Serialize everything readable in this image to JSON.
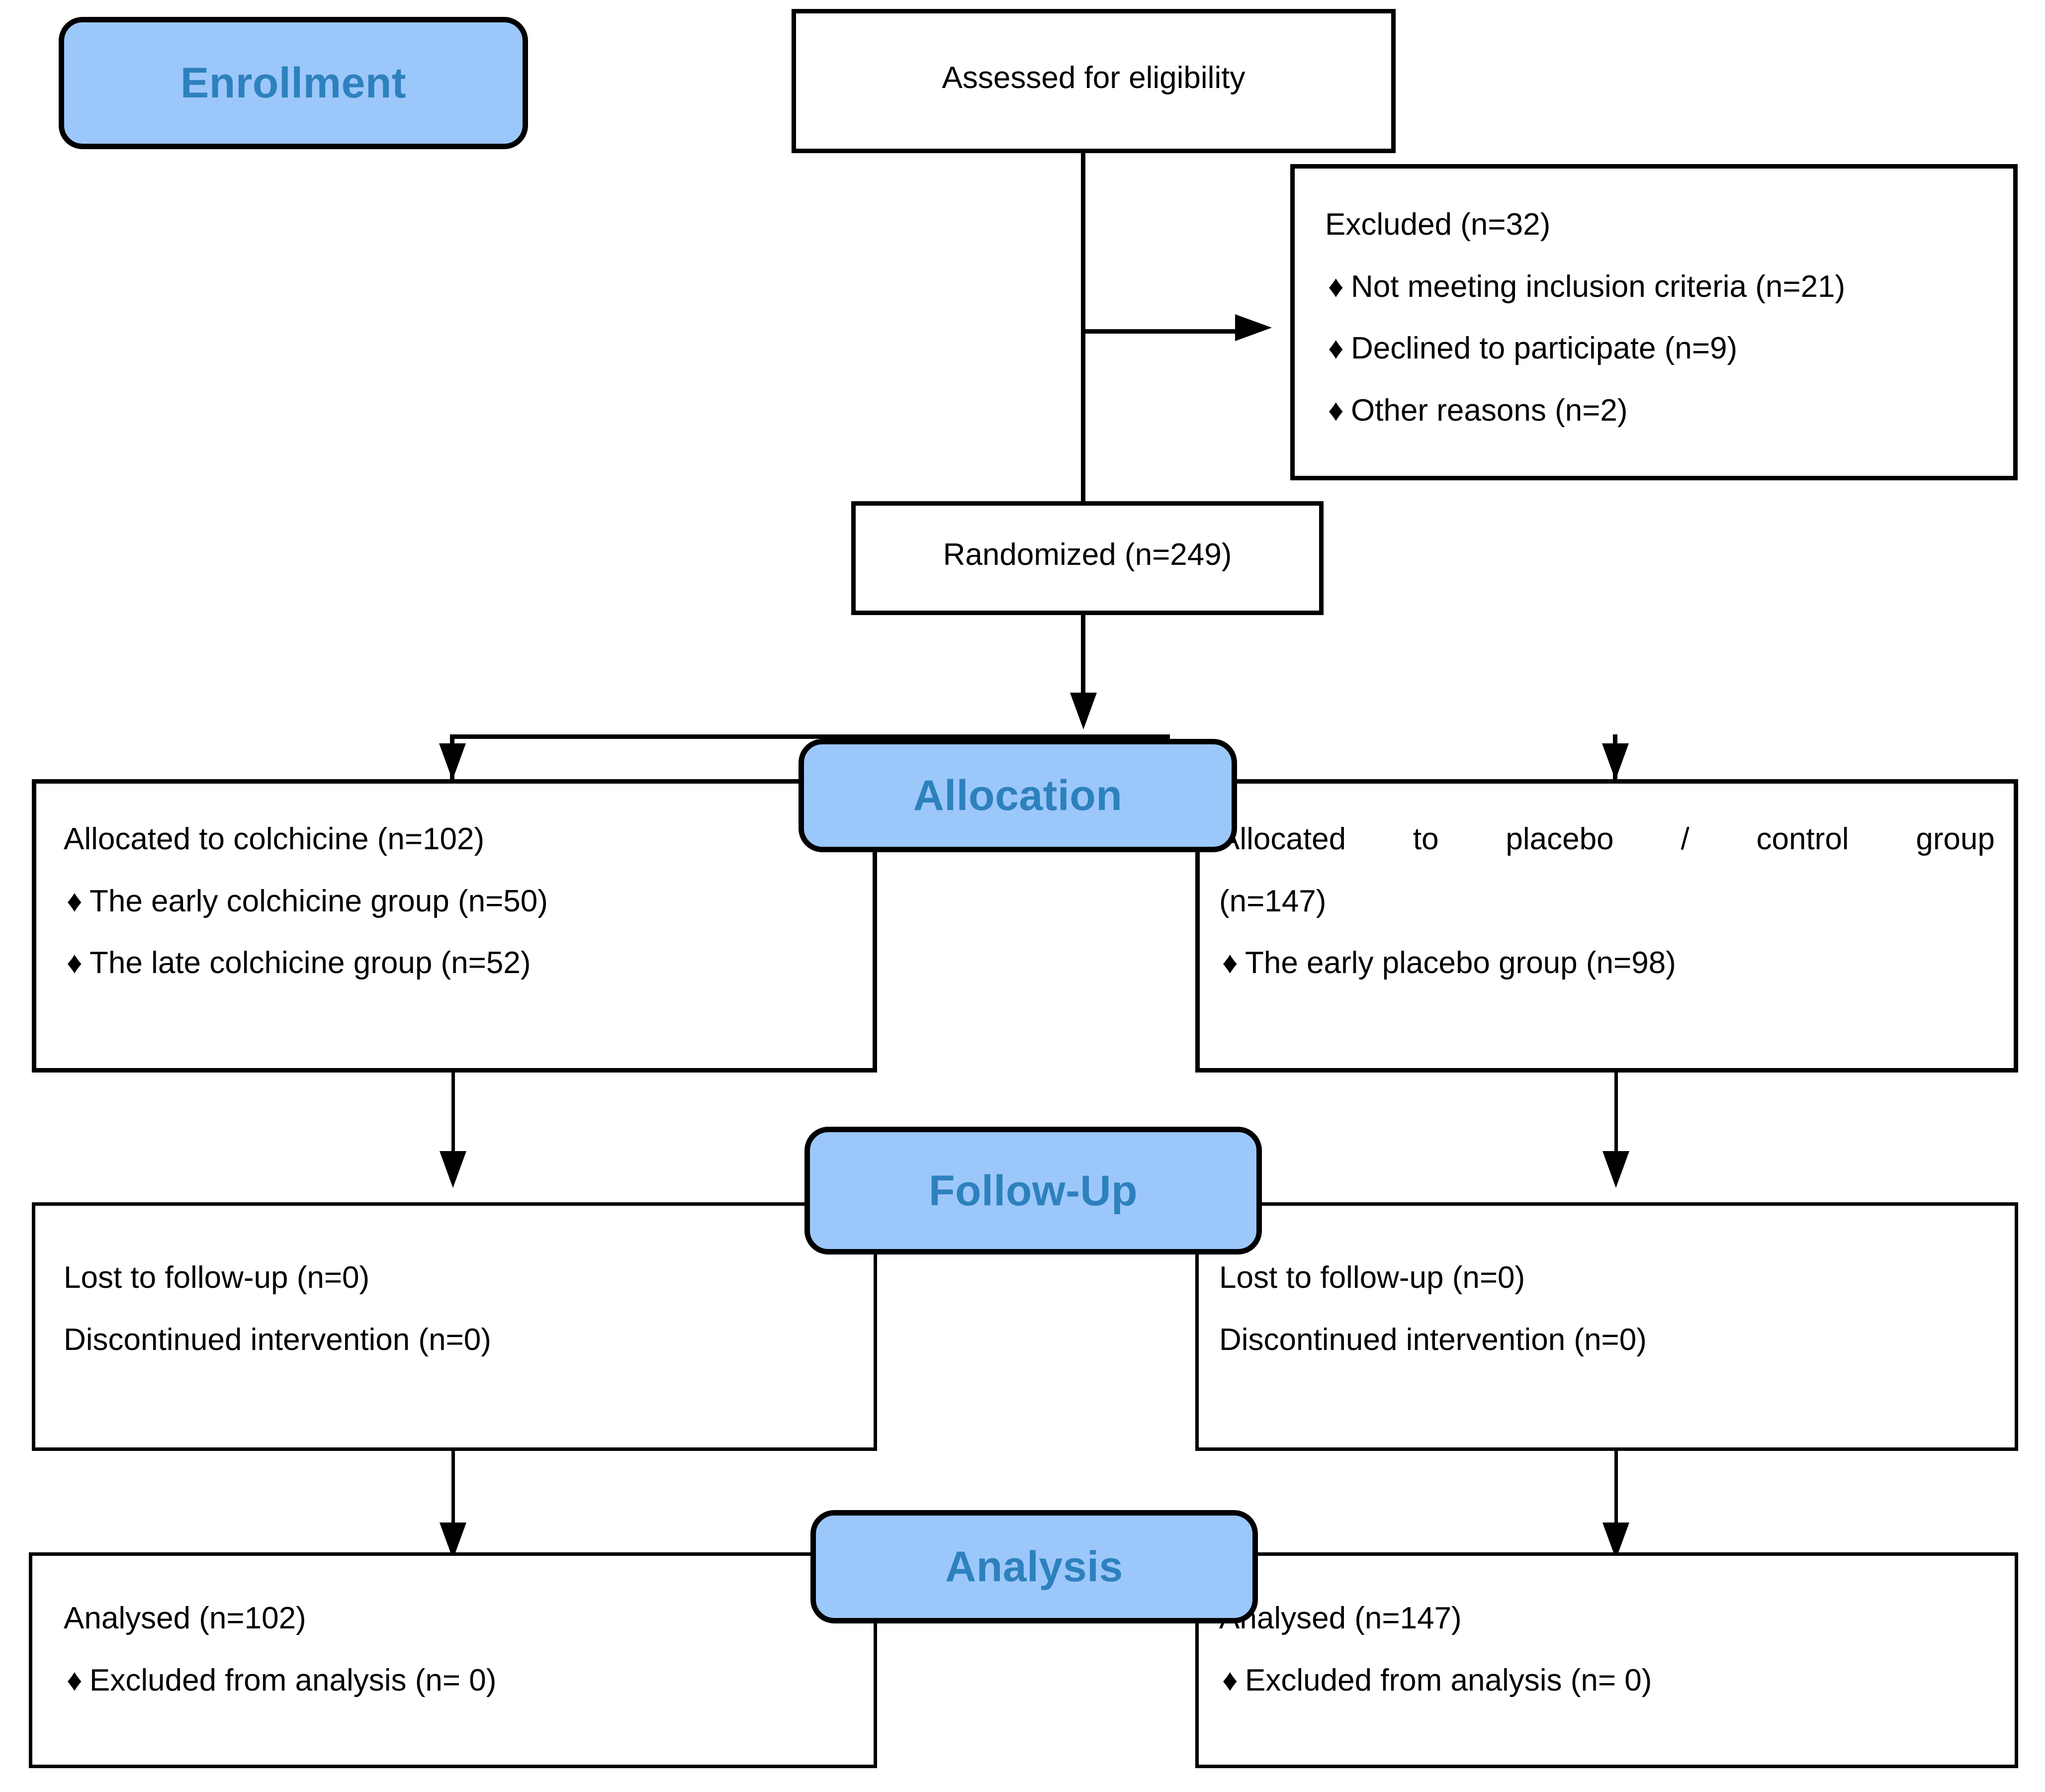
{
  "diagram": {
    "type": "consort-flow-diagram",
    "accent_blue_fill": "#9cc7fb",
    "accent_blue_text": "#2d81bd",
    "line_color": "#000000"
  },
  "stages": {
    "enrollment": "Enrollment",
    "allocation": "Allocation",
    "followup": "Follow-Up",
    "analysis": "Analysis"
  },
  "enrollment": {
    "assessed": "Assessed for eligibility",
    "excluded_title": "Excluded (n=32)",
    "excluded_reasons": [
      "Not meeting inclusion criteria (n=21)",
      "Declined to participate (n=9)",
      "Other reasons (n=2)"
    ],
    "randomized": "Randomized (n=249)"
  },
  "allocation": {
    "left": {
      "title": "Allocated to colchicine (n=102)",
      "items": [
        "The early colchicine group (n=50)",
        "The late colchicine group (n=52)"
      ]
    },
    "right": {
      "title_line1": "Allocated  to  placebo  /  control  group",
      "title_line2": "(n=147)",
      "items": [
        "The early placebo group (n=98)"
      ]
    }
  },
  "followup": {
    "left": {
      "lines": [
        "Lost to follow-up (n=0)",
        "Discontinued intervention (n=0)"
      ]
    },
    "right": {
      "lines": [
        "Lost to follow-up (n=0)",
        "Discontinued intervention (n=0)"
      ]
    }
  },
  "analysis": {
    "left": {
      "title": "Analysed (n=102)",
      "items": [
        "Excluded from analysis (n= 0)"
      ]
    },
    "right": {
      "title": "Analysed (n=147)",
      "items": [
        "Excluded from analysis (n= 0)"
      ]
    }
  },
  "glyphs": {
    "bullet": "♦"
  }
}
